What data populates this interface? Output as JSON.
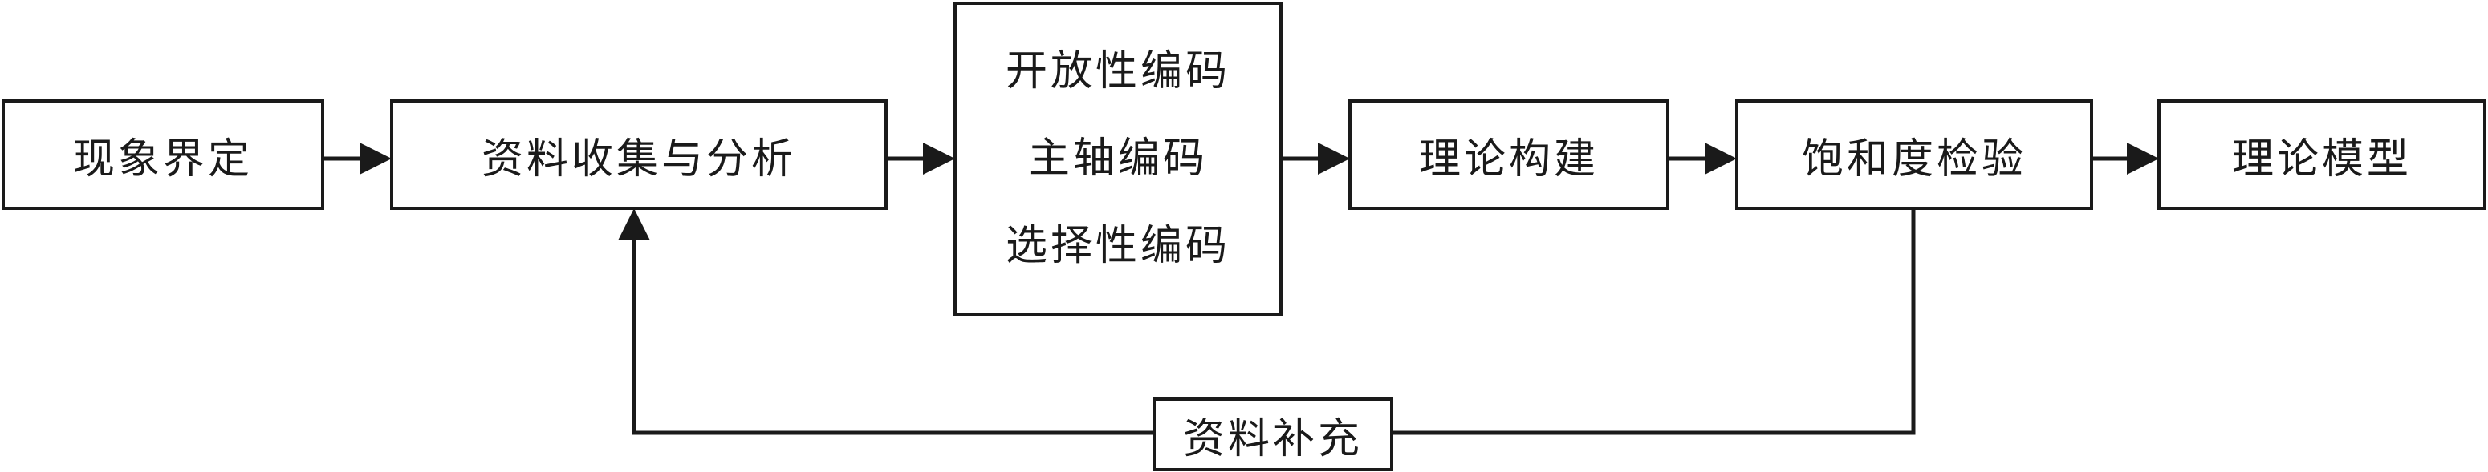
{
  "nodes": {
    "phenomenon": "现象界定",
    "data_collection": "资料收集与分析",
    "coding": [
      "开放性编码",
      "主轴编码",
      "选择性编码"
    ],
    "theory_building": "理论构建",
    "saturation_test": "饱和度检验",
    "theory_model": "理论模型",
    "data_supplement": "资料补充"
  },
  "colors": {
    "line": "#1a1a1a",
    "background": "#ffffff"
  }
}
